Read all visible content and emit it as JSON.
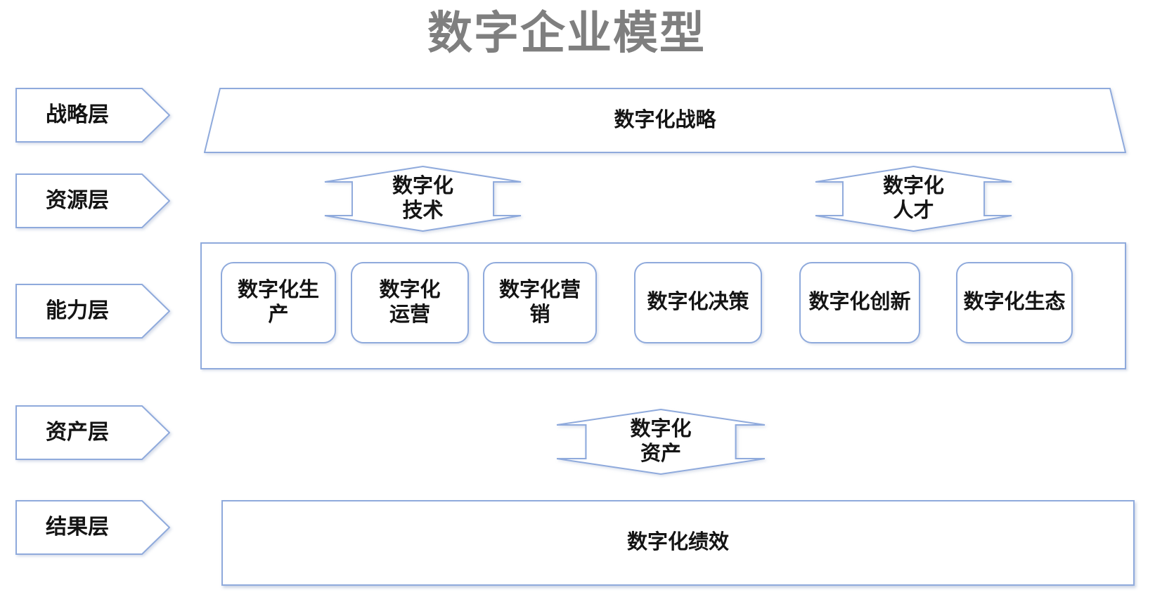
{
  "title": "数字企业模型",
  "colors": {
    "border": "#8faadc",
    "text": "#141414",
    "title_gray": "#7f7f7f"
  },
  "layers": [
    {
      "id": "strategy",
      "label": "战略层"
    },
    {
      "id": "resource",
      "label": "资源层"
    },
    {
      "id": "capability",
      "label": "能力层"
    },
    {
      "id": "asset",
      "label": "资产层"
    },
    {
      "id": "result",
      "label": "结果层"
    }
  ],
  "strategy_bar": {
    "label": "数字化战略"
  },
  "resource_arrows": [
    {
      "id": "tech",
      "line1": "数字化",
      "line2": "技术"
    },
    {
      "id": "talent",
      "line1": "数字化",
      "line2": "人才"
    }
  ],
  "capabilities": [
    {
      "id": "production",
      "label": "数字化生产",
      "lines": [
        "数字化生",
        "产"
      ]
    },
    {
      "id": "operations",
      "label": "数字化运营",
      "lines": [
        "数字化",
        "运营"
      ]
    },
    {
      "id": "marketing",
      "label": "数字化营销",
      "lines": [
        "数字化营",
        "销"
      ]
    },
    {
      "id": "decision",
      "label": "数字化决策",
      "lines": [
        "数字化决策"
      ]
    },
    {
      "id": "innovation",
      "label": "数字化创新",
      "lines": [
        "数字化创新"
      ]
    },
    {
      "id": "ecosystem",
      "label": "数字化生态",
      "lines": [
        "数字化生态"
      ]
    }
  ],
  "asset_arrow": {
    "line1": "数字化",
    "line2": "资产"
  },
  "result_bar": {
    "label": "数字化绩效"
  }
}
